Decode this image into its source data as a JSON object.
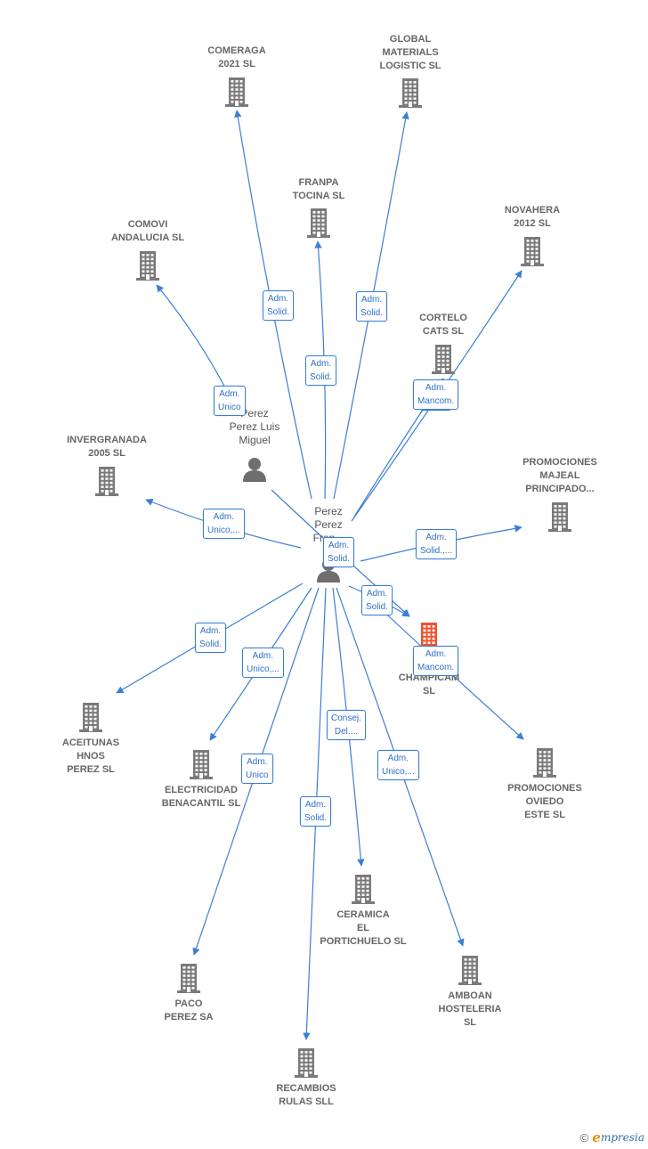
{
  "colors": {
    "edge": "#3b7fd4",
    "building": "#7a7a7a",
    "building_highlight": "#f0532d",
    "person": "#6e6e6e",
    "label": "#666666"
  },
  "nodes": [
    {
      "id": "comeraga",
      "label": "COMERAGA\n2021  SL",
      "icon": "building-icon"
    },
    {
      "id": "global",
      "label": "GLOBAL\nMATERIALS\nLOGISTIC SL",
      "icon": "building-icon"
    },
    {
      "id": "franpa",
      "label": "FRANPA\nTOCINA  SL",
      "icon": "building-icon"
    },
    {
      "id": "novahera",
      "label": "NOVAHERA\n2012 SL",
      "icon": "building-icon"
    },
    {
      "id": "comovi",
      "label": "COMOVI\nANDALUCIA SL",
      "icon": "building-icon"
    },
    {
      "id": "cortelo",
      "label": "CORTELO\nCATS SL",
      "icon": "building-icon"
    },
    {
      "id": "invergranada",
      "label": "INVERGRANADA\n2005  SL",
      "icon": "building-icon"
    },
    {
      "id": "promajeal",
      "label": "PROMOCIONES\nMAJEAL\nPRINCIPADO...",
      "icon": "building-icon"
    },
    {
      "id": "perezluis",
      "label": "Perez\nPerez Luis\nMiguel",
      "icon": "person-icon"
    },
    {
      "id": "perezfran",
      "label": "Perez\nPerez\nFran...",
      "icon": "person-icon"
    },
    {
      "id": "ibchampi",
      "label": "IB...\nCHAMPICAM\nSL",
      "icon": "building-icon"
    },
    {
      "id": "aceitunas",
      "label": "ACEITUNAS\nHNOS\nPEREZ SL",
      "icon": "building-icon"
    },
    {
      "id": "electricidad",
      "label": "ELECTRICIDAD\nBENACANTIL SL",
      "icon": "building-icon"
    },
    {
      "id": "promoviedo",
      "label": "PROMOCIONES\nOVIEDO\nESTE  SL",
      "icon": "building-icon"
    },
    {
      "id": "ceramica",
      "label": "CERAMICA\nEL\nPORTICHUELO SL",
      "icon": "building-icon"
    },
    {
      "id": "amboan",
      "label": "AMBOAN\nHOSTELERIA\nSL",
      "icon": "building-icon"
    },
    {
      "id": "paco",
      "label": "PACO\nPEREZ SA",
      "icon": "building-icon"
    },
    {
      "id": "recambios",
      "label": "RECAMBIOS\nRULAS SLL",
      "icon": "building-icon"
    }
  ],
  "edges": [
    {
      "from": "perezfran",
      "to": "comeraga",
      "label": "Adm.\nSolid."
    },
    {
      "from": "perezfran",
      "to": "global",
      "label": "Adm.\nSolid."
    },
    {
      "from": "perezfran",
      "to": "franpa",
      "label": "Adm.\nSolid."
    },
    {
      "from": "perezfran",
      "to": "novahera",
      "label": "Adm.\nSolid."
    },
    {
      "from": "perezluis",
      "to": "comovi",
      "label": "Adm.\nUnico"
    },
    {
      "from": "perezfran",
      "to": "cortelo",
      "label": "Adm.\nMancom."
    },
    {
      "from": "perezfran",
      "to": "invergranada",
      "label": "Adm.\nUnico,..."
    },
    {
      "from": "perezfran",
      "to": "promajeal",
      "label": "Adm.\nSolid.,..."
    },
    {
      "from": "perezluis",
      "to": "ibchampi",
      "label": "Adm.\nSolid."
    },
    {
      "from": "perezfran",
      "to": "ibchampi",
      "label": "Adm.\nSolid."
    },
    {
      "from": "perezfran",
      "to": "aceitunas",
      "label": "Adm.\nSolid."
    },
    {
      "from": "perezfran",
      "to": "electricidad",
      "label": "Adm.\nUnico,..."
    },
    {
      "from": "perezfran",
      "to": "promoviedo",
      "label": "Adm.\nMancom."
    },
    {
      "from": "perezfran",
      "to": "ceramica",
      "label": "Consej.\nDel...."
    },
    {
      "from": "perezfran",
      "to": "amboan",
      "label": "Adm.\nUnico,..."
    },
    {
      "from": "perezfran",
      "to": "paco",
      "label": "Adm.\nUnico"
    },
    {
      "from": "perezfran",
      "to": "recambios",
      "label": "Adm.\nSolid."
    }
  ],
  "footer": {
    "copyright_symbol": "©",
    "brand_initial": "e",
    "brand_rest": "mpresia"
  }
}
